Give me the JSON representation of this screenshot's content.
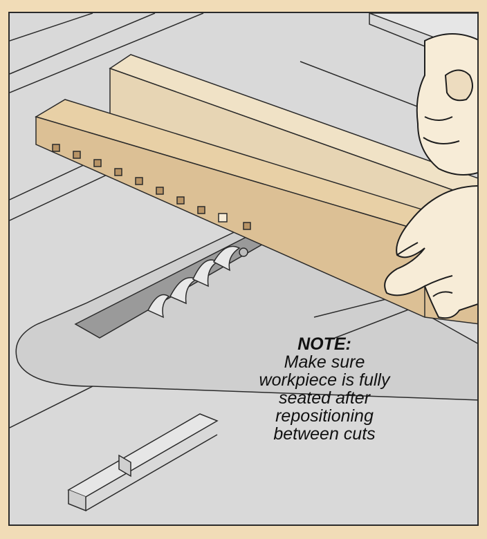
{
  "note": {
    "title": "NOTE:",
    "lines": [
      "Make sure",
      "workpiece is fully",
      "seated after",
      "repositioning",
      "between cuts"
    ]
  },
  "colors": {
    "page_background": "#f1dcb7",
    "table_top": "#d9d9d9",
    "table_light": "#e6e6e6",
    "insert_plate": "#cfcfcf",
    "blade_slot": "#9a9a9a",
    "fence_face": "#e7d5b4",
    "workpiece": "#dcc095",
    "skin": "#f7ecd7",
    "outline": "#1e1e1e"
  },
  "icons": [
    "hand-icon",
    "saw-blade-icon"
  ]
}
